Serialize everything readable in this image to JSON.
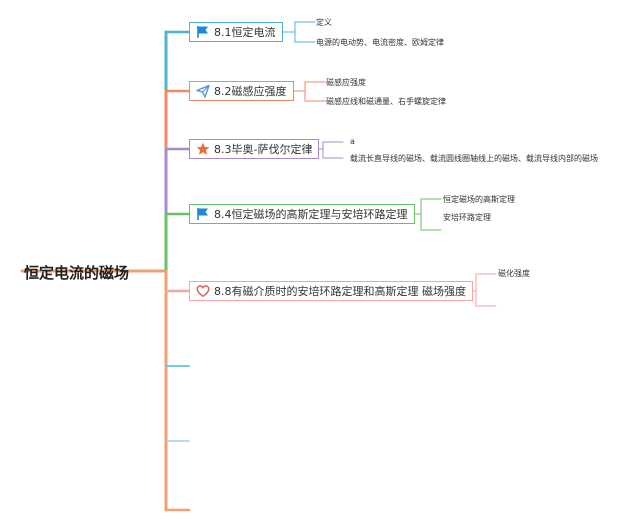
{
  "root": {
    "label": "恒定电流的磁场"
  },
  "topics": [
    {
      "label": "8.1恒定电流",
      "icon": "flag-icon",
      "color": "#4eb3d3",
      "subs": [
        "定义",
        "电源的电动势、电流密度、欧姆定律"
      ]
    },
    {
      "label": "8.2磁感应强度",
      "icon": "send-icon",
      "color": "#ef8a62",
      "subs": [
        "磁感应强度",
        "磁感应线和磁通量、右手螺旋定律"
      ]
    },
    {
      "label": "8.3毕奥-萨伐尔定律",
      "icon": "star-icon",
      "color": "#a78bcf",
      "subs": [
        "a",
        "载流长直导线的磁场、载流圆线圈轴线上的磁场、载流导线内部的磁场"
      ]
    },
    {
      "label": "8.4恒定磁场的高斯定理与安培环路定理",
      "icon": "flag-icon",
      "color": "#66c266",
      "subs": [
        "恒定磁场的高斯定理",
        "安培环路定理"
      ]
    },
    {
      "label": "8.8有磁介质时的安培环路定理和高斯定理 磁场强度",
      "icon": "heart-icon",
      "color": "#f4a3a3",
      "subs": [
        "磁化强度"
      ]
    }
  ],
  "colors": {
    "trunk": "#f0a070",
    "empty_branch_1": "#6ccfe0",
    "empty_branch_2": "#aac8e6",
    "flag": "#1e88d8",
    "send": "#4b93d6",
    "star": "#e8703a",
    "heart": "#e05a5a"
  }
}
